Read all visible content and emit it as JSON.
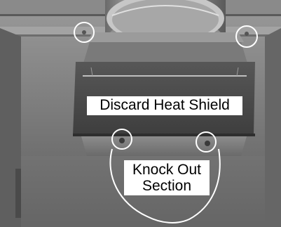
{
  "image": {
    "description_labels": {
      "discard_label": "Discard Heat Shield",
      "knock_out_line1": "Knock Out",
      "knock_out_line2": "Section"
    }
  }
}
